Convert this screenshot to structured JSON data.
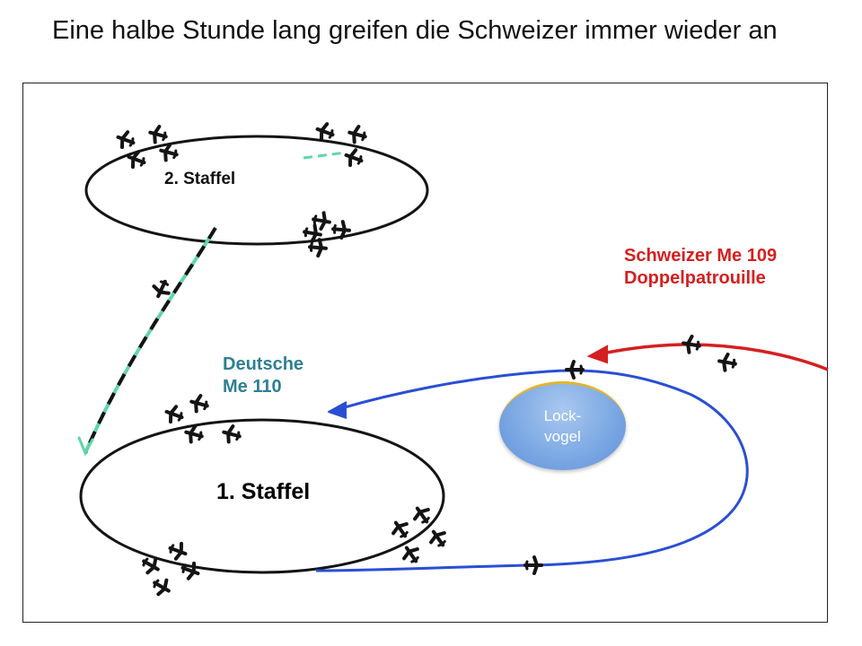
{
  "title": "Eine halbe Stunde lang greifen die Schweizer immer wieder an",
  "labels": {
    "staffel2": "2. Staffel",
    "staffel1": "1. Staffel",
    "german_line1": "Deutsche",
    "german_line2": "Me 110",
    "swiss_line1": "Schweizer Me 109",
    "swiss_line2": "Doppelpatrouille",
    "lockvogel_line1": "Lock-",
    "lockvogel_line2": "vogel"
  },
  "colors": {
    "german_label": "#2e7f93",
    "swiss_label": "#d42020",
    "swiss_path": "#d42020",
    "blue_path": "#2a4fd4",
    "dash_green": "#5fd6a8",
    "ink": "#141414"
  },
  "icons": [
    "aircraft-icon",
    "arrowhead-icon"
  ]
}
